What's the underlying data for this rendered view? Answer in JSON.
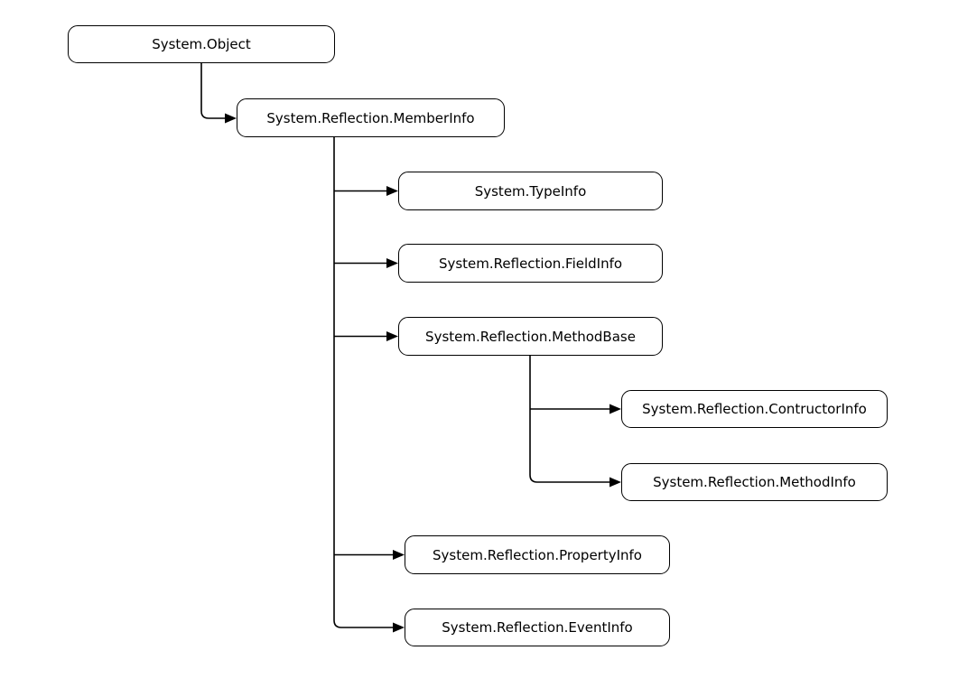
{
  "diagram": {
    "type": "class-hierarchy",
    "colors": {
      "background": "#ffffff",
      "box_fill": "#ffffff",
      "box_border": "#000000",
      "line": "#000000",
      "text": "#000000"
    },
    "nodes": [
      {
        "id": "system-object",
        "label": "System.Object"
      },
      {
        "id": "system-reflection-memberinfo",
        "label": "System.Reflection.MemberInfo"
      },
      {
        "id": "system-typeinfo",
        "label": "System.TypeInfo"
      },
      {
        "id": "system-reflection-fieldinfo",
        "label": "System.Reflection.FieldInfo"
      },
      {
        "id": "system-reflection-methodbase",
        "label": "System.Reflection.MethodBase"
      },
      {
        "id": "system-reflection-contructorinfo",
        "label": "System.Reflection.ContructorInfo"
      },
      {
        "id": "system-reflection-methodinfo",
        "label": "System.Reflection.MethodInfo"
      },
      {
        "id": "system-reflection-propertyinfo",
        "label": "System.Reflection.PropertyInfo"
      },
      {
        "id": "system-reflection-eventinfo",
        "label": "System.Reflection.EventInfo"
      }
    ],
    "edges": [
      {
        "from": "System.Object",
        "to": "System.Reflection.MemberInfo"
      },
      {
        "from": "System.Reflection.MemberInfo",
        "to": "System.TypeInfo"
      },
      {
        "from": "System.Reflection.MemberInfo",
        "to": "System.Reflection.FieldInfo"
      },
      {
        "from": "System.Reflection.MemberInfo",
        "to": "System.Reflection.MethodBase"
      },
      {
        "from": "System.Reflection.MethodBase",
        "to": "System.Reflection.ContructorInfo"
      },
      {
        "from": "System.Reflection.MethodBase",
        "to": "System.Reflection.MethodInfo"
      },
      {
        "from": "System.Reflection.MemberInfo",
        "to": "System.Reflection.PropertyInfo"
      },
      {
        "from": "System.Reflection.MemberInfo",
        "to": "System.Reflection.EventInfo"
      }
    ]
  }
}
